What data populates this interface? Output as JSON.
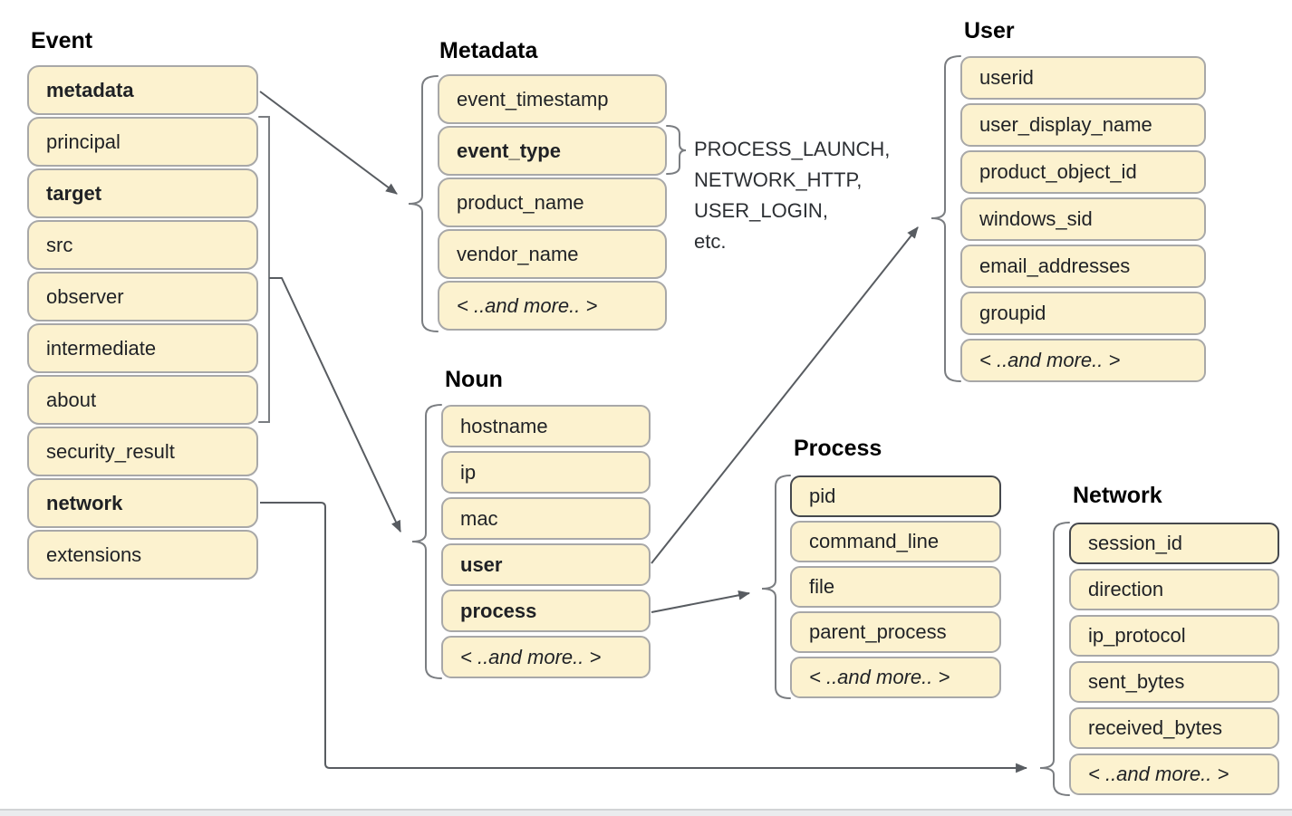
{
  "colors": {
    "box_fill": "#fcf2cf",
    "box_border": "#a8a8a8",
    "box_border_dark": "#45484d",
    "connector": "#585c61",
    "brace": "#7a7d81",
    "box_text": "#1f2125"
  },
  "groups": {
    "event": {
      "title": "Event",
      "fields": [
        {
          "label": "metadata",
          "bold": true
        },
        {
          "label": "principal"
        },
        {
          "label": "target",
          "bold": true
        },
        {
          "label": "src"
        },
        {
          "label": "observer"
        },
        {
          "label": "intermediate"
        },
        {
          "label": "about"
        },
        {
          "label": "security_result"
        },
        {
          "label": "network",
          "bold": true
        },
        {
          "label": "extensions"
        }
      ]
    },
    "metadata": {
      "title": "Metadata",
      "fields": [
        {
          "label": "event_timestamp"
        },
        {
          "label": "event_type",
          "bold": true
        },
        {
          "label": "product_name"
        },
        {
          "label": "vendor_name"
        },
        {
          "label": "< ..and more.. >",
          "italic": true
        }
      ]
    },
    "noun": {
      "title": "Noun",
      "fields": [
        {
          "label": "hostname"
        },
        {
          "label": "ip"
        },
        {
          "label": "mac"
        },
        {
          "label": "user",
          "bold": true
        },
        {
          "label": "process",
          "bold": true
        },
        {
          "label": "< ..and more.. >",
          "italic": true
        }
      ]
    },
    "user": {
      "title": "User",
      "fields": [
        {
          "label": "userid"
        },
        {
          "label": "user_display_name"
        },
        {
          "label": "product_object_id"
        },
        {
          "label": "windows_sid"
        },
        {
          "label": "email_addresses"
        },
        {
          "label": "groupid"
        },
        {
          "label": "< ..and more.. >",
          "italic": true
        }
      ]
    },
    "process": {
      "title": "Process",
      "fields": [
        {
          "label": "pid",
          "dark_border": true
        },
        {
          "label": "command_line"
        },
        {
          "label": "file"
        },
        {
          "label": "parent_process"
        },
        {
          "label": "< ..and more.. >",
          "italic": true
        }
      ]
    },
    "network": {
      "title": "Network",
      "fields": [
        {
          "label": "session_id",
          "dark_border": true
        },
        {
          "label": "direction"
        },
        {
          "label": "ip_protocol"
        },
        {
          "label": "sent_bytes"
        },
        {
          "label": "received_bytes"
        },
        {
          "label": "< ..and more.. >",
          "italic": true
        }
      ]
    }
  },
  "event_type_examples": {
    "lines": [
      "PROCESS_LAUNCH,",
      "NETWORK_HTTP,",
      "USER_LOGIN,",
      "etc."
    ]
  }
}
